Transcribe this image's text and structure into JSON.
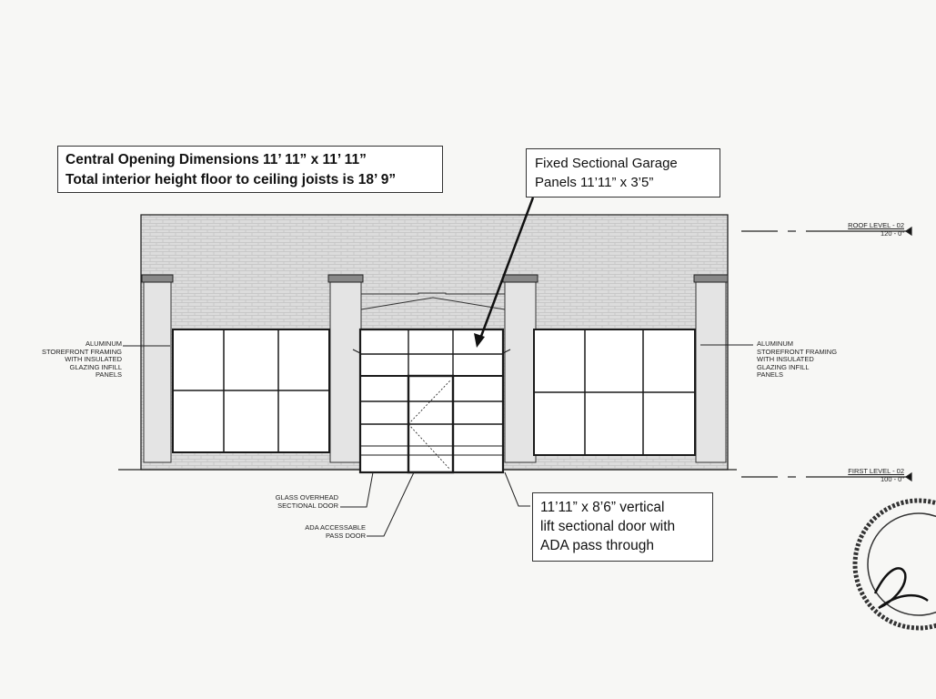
{
  "callouts": {
    "central_opening": {
      "line1": "Central Opening Dimensions 11’ 11” x 11’ 11”",
      "line2": "Total interior height floor to ceiling joists is 18’ 9”"
    },
    "fixed_panels": {
      "line1": "Fixed Sectional Garage",
      "line2": "Panels  11’11” x 3’5”"
    },
    "vertical_lift": {
      "line1": "11’11” x 8’6” vertical",
      "line2": "lift sectional door with",
      "line3": "ADA pass through"
    }
  },
  "notes": {
    "left_framing": {
      "l1": "ALUMINUM",
      "l2": "STOREFRONT FRAMING",
      "l3": "WITH INSULATED",
      "l4": "GLAZING INFILL",
      "l5": "PANELS"
    },
    "right_framing": {
      "l1": "ALUMINUM",
      "l2": "STOREFRONT FRAMING",
      "l3": "WITH INSULATED",
      "l4": "GLAZING INFILL",
      "l5": "PANELS"
    },
    "glass_door": {
      "l1": "GLASS OVERHEAD",
      "l2": "SECTIONAL DOOR"
    },
    "ada_door": {
      "l1": "ADA ACCESSABLE",
      "l2": "PASS DOOR"
    }
  },
  "levels": {
    "roof": {
      "name": "ROOF LEVEL - 02",
      "elevation": "120 - 0\""
    },
    "first": {
      "name": "FIRST LEVEL - 02",
      "elevation": "100 - 0\""
    }
  }
}
